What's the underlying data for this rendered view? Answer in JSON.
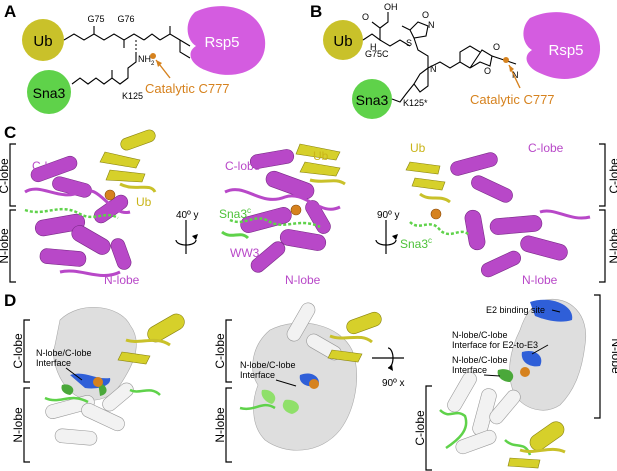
{
  "panels": {
    "A": "A",
    "B": "B",
    "C": "C",
    "D": "D"
  },
  "panel_a": {
    "ub": "Ub",
    "rsp5": "Rsp5",
    "sna3": "Sna3",
    "g75": "G75",
    "g76": "G76",
    "nh2": "NH",
    "nh2_sub": "2",
    "k125": "K125",
    "catalytic": "Catalytic C777"
  },
  "panel_b": {
    "ub": "Ub",
    "rsp5": "Rsp5",
    "sna3": "Sna3",
    "g75c": "G75C",
    "k125s": "K125*",
    "catalytic": "Catalytic C777",
    "o": "O",
    "oh": "OH",
    "s": "S",
    "n": "N",
    "h": "H"
  },
  "panel_c": {
    "left_bracket_top": "C-lobe",
    "left_bracket_bottom": "N-lobe",
    "right_bracket_top": "C-lobe",
    "right_bracket_bottom": "N-lobe",
    "s1_clobe": "C-lobe",
    "s1_ub": "Ub",
    "s1_nlobe": "N-lobe",
    "rot1": "40º y",
    "s2_clobe": "C-lobe",
    "s2_ub": "Ub",
    "s2_sna3": "Sna3",
    "s2_sna3_sup": "c",
    "s2_ww3": "WW3",
    "s2_nlobe": "N-lobe",
    "rot2": "90º y",
    "s3_ub": "Ub",
    "s3_clobe": "C-lobe",
    "s3_sna3": "Sna3",
    "s3_sna3_sup": "c",
    "s3_nlobe": "N-lobe"
  },
  "panel_d": {
    "b1_top": "C-lobe",
    "b1_bottom": "N-lobe",
    "d1_line1": "N-lobe/C-lobe",
    "d1_line2": "Interface",
    "b2_top": "C-lobe",
    "b2_bottom": "N-lobe",
    "d2_line1": "N-lobe/C-lobe",
    "d2_line2": "Interface",
    "rot": "90º x",
    "e2_site": "E2 binding site",
    "d3_l1": "N-lobe/C-lobe",
    "d3_l2": "Interface for E2-to-E3",
    "d3_l3": "N-lobe/C-lobe",
    "d3_l4": "Interface",
    "b3_nlobe": "N-lobe",
    "b3_clobe": "C-lobe"
  },
  "colors": {
    "ub": "#c9c12a",
    "rsp5": "#d45ce0",
    "sna3": "#5fd24a",
    "orange": "#d6821e",
    "blue": "#2f5fd8",
    "grey": "#cfcfcf"
  }
}
